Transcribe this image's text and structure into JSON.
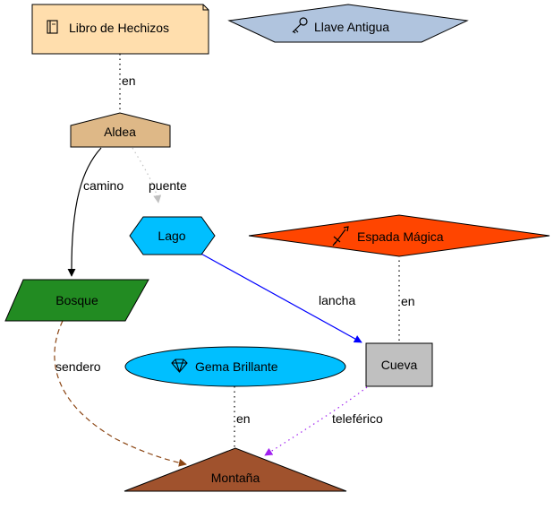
{
  "nodes": {
    "libro": {
      "label": "Libro de Hechizos",
      "icon": "book-icon",
      "fill": "#ffdead"
    },
    "llave": {
      "label": "Llave Antigua",
      "icon": "key-icon",
      "fill": "#b0c4de"
    },
    "aldea": {
      "label": "Aldea",
      "fill": "#deb887"
    },
    "lago": {
      "label": "Lago",
      "fill": "#00bfff"
    },
    "espada": {
      "label": "Espada Mágica",
      "icon": "sword-icon",
      "fill": "#ff4500"
    },
    "bosque": {
      "label": "Bosque",
      "fill": "#228b22"
    },
    "gema": {
      "label": "Gema Brillante",
      "icon": "gem-icon",
      "fill": "#00bfff"
    },
    "cueva": {
      "label": "Cueva",
      "fill": "#c0c0c0"
    },
    "montana": {
      "label": "Montaña",
      "fill": "#a0522d"
    }
  },
  "edges": {
    "libro_aldea": {
      "label": "en",
      "color": "#000000"
    },
    "aldea_bosque": {
      "label": "camino",
      "color": "#000000"
    },
    "aldea_lago": {
      "label": "puente",
      "color": "#c0c0c0"
    },
    "lago_cueva": {
      "label": "lancha",
      "color": "#0000ff"
    },
    "espada_cueva": {
      "label": "en",
      "color": "#000000"
    },
    "bosque_montana": {
      "label": "sendero",
      "color": "#8b4513"
    },
    "gema_montana": {
      "label": "en",
      "color": "#000000"
    },
    "cueva_montana": {
      "label": "teleférico",
      "color": "#a020f0"
    }
  }
}
